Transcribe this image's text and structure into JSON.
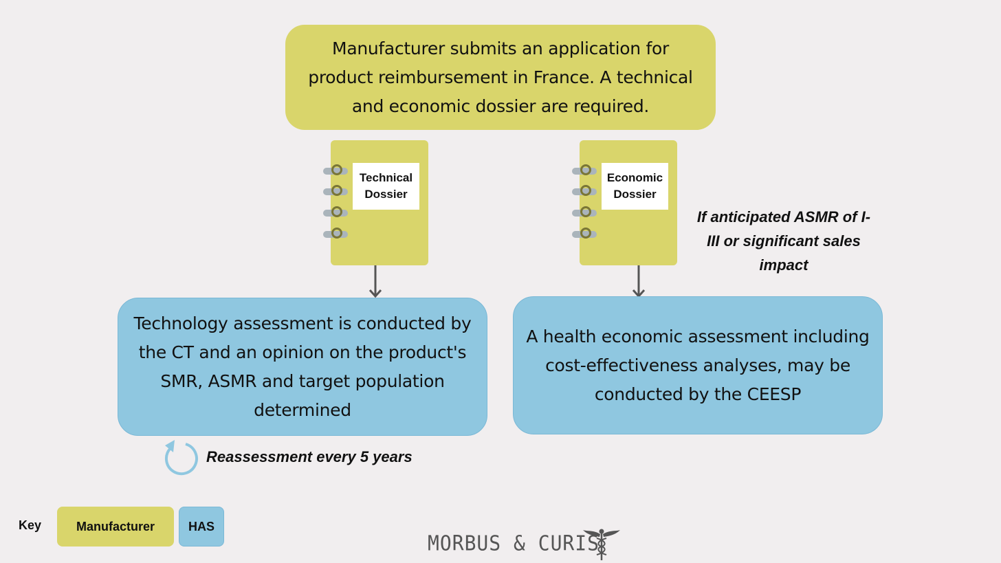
{
  "top": {
    "text": "Manufacturer submits an application for product reimbursement in France. A technical and economic dossier are required."
  },
  "dossiers": {
    "technical": {
      "line1": "Technical",
      "line2": "Dossier"
    },
    "economic": {
      "line1": "Economic",
      "line2": "Dossier"
    }
  },
  "technology_assessment": {
    "text": "Technology assessment is conducted by the CT and an opinion on the product's SMR, ASMR and target population determined"
  },
  "economic_condition": {
    "text": "If anticipated ASMR of I-III or significant sales impact"
  },
  "economic_assessment": {
    "text": "A health economic assessment including cost-effectiveness analyses, may be conducted by the CEESP"
  },
  "reassessment": {
    "text": "Reassessment every 5 years",
    "icon": "cycle-arrow-icon"
  },
  "key": {
    "label": "Key",
    "manufacturer": "Manufacturer",
    "has": "HAS"
  },
  "logo": {
    "text": "MORBUS & CURIS",
    "icon": "caduceus-icon"
  },
  "colors": {
    "manufacturer": "#d9d56b",
    "has": "#8fc7e0",
    "background": "#f1eeef"
  }
}
